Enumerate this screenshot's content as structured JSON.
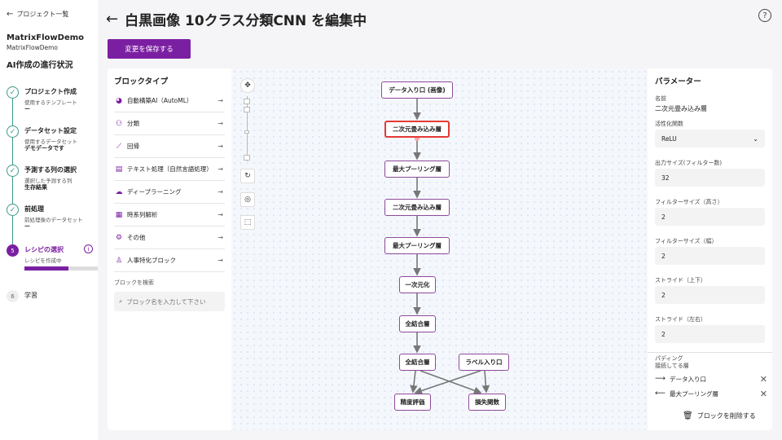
{
  "sidebar": {
    "back_label": "プロジェクト一覧",
    "project_name": "MatrixFlowDemo",
    "project_sub": "MatrixFlowDemo",
    "progress_title": "AI作成の進行状況",
    "steps": [
      {
        "title": "プロジェクト作成",
        "sub": "使用するテンプレート",
        "value": "ー",
        "status": "done"
      },
      {
        "title": "データセット設定",
        "sub": "使用するデータセット",
        "value": "デモデータです",
        "status": "done"
      },
      {
        "title": "予測する列の選択",
        "sub": "選択した予測する列",
        "value": "生存結果",
        "status": "done"
      },
      {
        "title": "前処理",
        "sub": "前処理後のデータセット",
        "value": "ー",
        "status": "done"
      },
      {
        "num": "5",
        "title": "レシピの選択",
        "sub": "レシピを作成中",
        "progress": 0.6,
        "status": "active"
      },
      {
        "num": "6",
        "title": "学習",
        "status": "pending"
      }
    ]
  },
  "header": {
    "title": "白黒画像 10クラス分類CNN を編集中",
    "save_label": "変更を保存する"
  },
  "block_panel": {
    "heading": "ブロックタイプ",
    "items": [
      {
        "label": "自動構築AI（AutoML）",
        "icon": "automl-icon"
      },
      {
        "label": "分類",
        "icon": "classification-icon"
      },
      {
        "label": "回帰",
        "icon": "regression-icon"
      },
      {
        "label": "テキスト処理（自然言語処理）",
        "icon": "text-processing-icon"
      },
      {
        "label": "ディープラーニング",
        "icon": "deep-learning-icon"
      },
      {
        "label": "時系列解析",
        "icon": "time-series-icon"
      },
      {
        "label": "その他",
        "icon": "other-icon"
      },
      {
        "label": "人事特化ブロック",
        "icon": "hr-icon"
      }
    ],
    "search_label": "ブロックを検索",
    "search_placeholder": "ブロック名を入力して下さい"
  },
  "nodes": [
    {
      "label": "データ入り口 (画像)"
    },
    {
      "label": "二次元畳み込み層",
      "selected": true
    },
    {
      "label": "最大プーリング層"
    },
    {
      "label": "二次元畳み込み層"
    },
    {
      "label": "最大プーリング層"
    },
    {
      "label": "一次元化"
    },
    {
      "label": "全結合層"
    },
    {
      "label": "全結合層"
    },
    {
      "label": "ラベル入り口"
    },
    {
      "label": "精度評価"
    },
    {
      "label": "損失関数"
    }
  ],
  "params": {
    "heading": "パラメーター",
    "name_label": "名前",
    "name_value": "二次元畳み込み層",
    "activation_label": "活性化関数",
    "activation_value": "ReLU",
    "output_size_label": "出力サイズ(フィルター数)",
    "output_size_value": "32",
    "filter_h_label": "フィルターサイズ（高さ）",
    "filter_h_value": "2",
    "filter_w_label": "フィルターサイズ（幅）",
    "filter_w_value": "2",
    "stride_v_label": "ストライド（上下）",
    "stride_v_value": "2",
    "stride_h_label": "ストライド（左右）",
    "stride_h_value": "2",
    "padding_label": "パディング",
    "connections_title": "接続してる層",
    "connections": [
      {
        "direction": "in",
        "label": "データ入り口"
      },
      {
        "direction": "out",
        "label": "最大プーリング層"
      }
    ],
    "delete_label": "ブロックを削除する"
  },
  "colors": {
    "accent": "#7b1fa2",
    "done": "#3c9a8a",
    "selected": "#e53935"
  }
}
